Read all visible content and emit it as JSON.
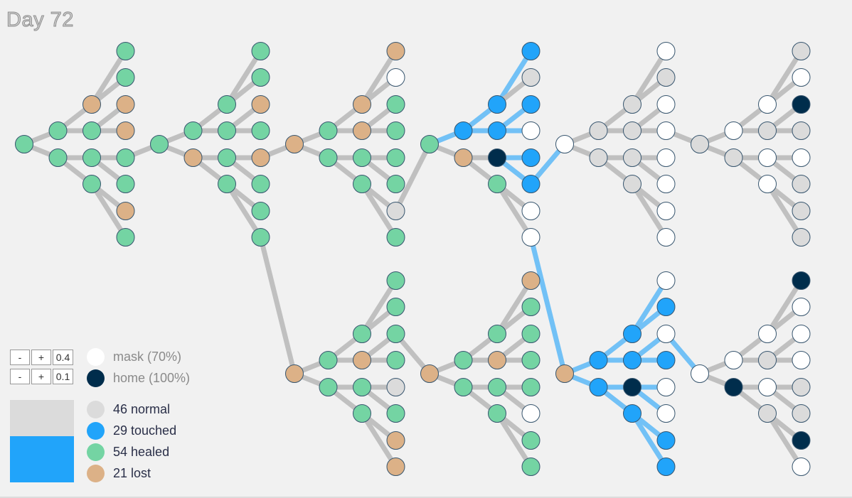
{
  "title": "Day 72",
  "colors": {
    "normal": "#dbdbdb",
    "touched": "#21a4fa",
    "healed": "#74d4a3",
    "lost": "#dcb187",
    "mask": "#ffffff",
    "home": "#002d4c",
    "edge": "#c0c0c0",
    "edge_touched": "#72c1f6"
  },
  "controls": [
    {
      "minus": "-",
      "plus": "+",
      "value": "0.4"
    },
    {
      "minus": "-",
      "plus": "+",
      "value": "0.1"
    }
  ],
  "legend": {
    "mask": "mask (70%)",
    "home": "home (100%)",
    "normal": "46 normal",
    "touched": "29 touched",
    "healed": "54 healed",
    "lost": "21 lost"
  },
  "counts": {
    "normal": 46,
    "touched": 29,
    "healed": 54,
    "lost": 21
  }
}
